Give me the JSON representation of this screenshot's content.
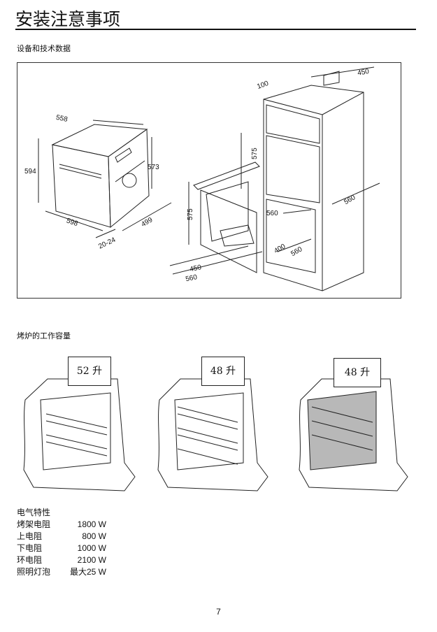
{
  "page_title": "安装注意事项",
  "section_install": "设备和技术数据",
  "dims": {
    "oven_width": "598",
    "oven_height": "594",
    "oven_depth": "558",
    "door_gap": "20-24",
    "side_height": "573",
    "side_depth": "499",
    "cab_w1": "450",
    "cab_w2": "560",
    "cab_h1": "575",
    "cab_h2": "575",
    "cab_d1": "560",
    "cab_d2": "560",
    "cab_d3": "560",
    "cab_cut": "400",
    "top_vent": "100",
    "top_width": "450"
  },
  "section_capacity": "烤炉的工作容量",
  "capacities": [
    "52 升",
    "48 升",
    "48 升"
  ],
  "electrical": {
    "title": "电气特性",
    "rows": [
      {
        "name": "烤架电阻",
        "value": "1800 W"
      },
      {
        "name": "上电阻",
        "value": "800 W"
      },
      {
        "name": "下电阻",
        "value": "1000 W"
      },
      {
        "name": "环电阻",
        "value": "2100 W"
      },
      {
        "name": "照明灯泡",
        "value": "最大25 W"
      }
    ]
  },
  "page_number": "7"
}
